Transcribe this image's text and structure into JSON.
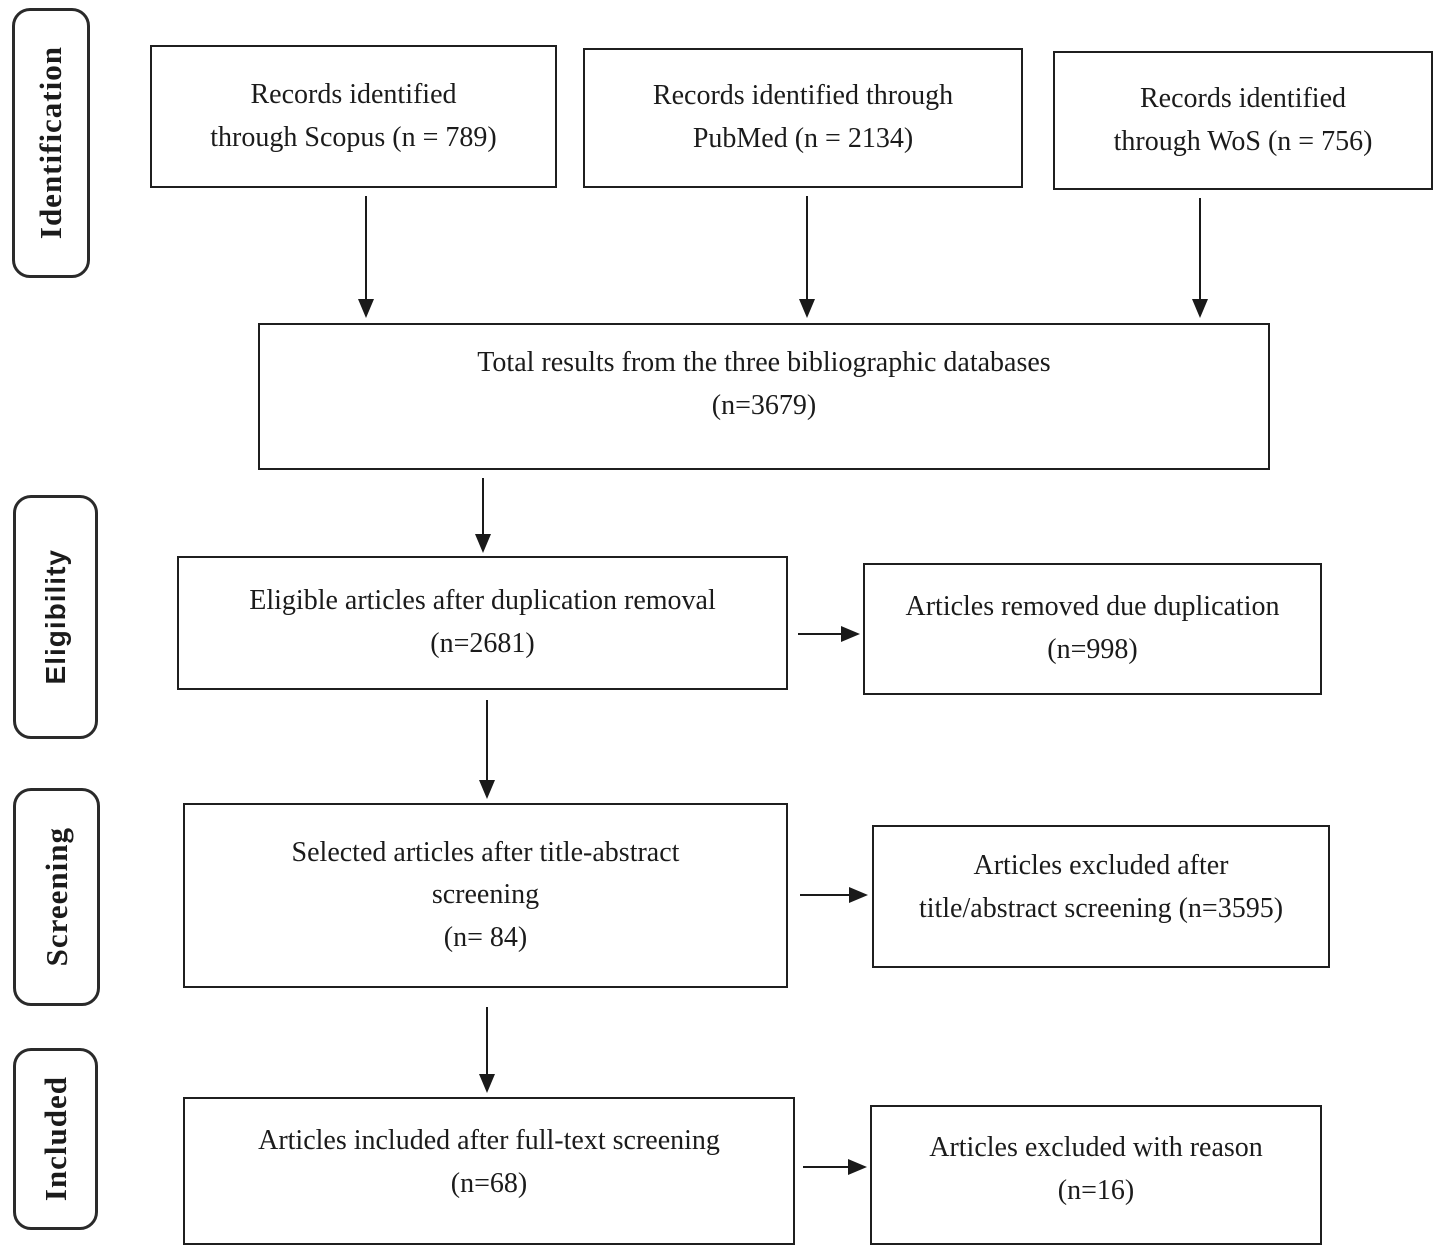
{
  "diagram": {
    "type": "prisma-flow",
    "stages": [
      {
        "label": "Identification"
      },
      {
        "label": "Eligibility"
      },
      {
        "label": "Screening"
      },
      {
        "label": "Included"
      }
    ],
    "boxes": {
      "scopus": {
        "lines": [
          "Records identified",
          "through Scopus (n = 789)"
        ]
      },
      "pubmed": {
        "lines": [
          "Records identified through",
          "PubMed (n = 2134)"
        ]
      },
      "wos": {
        "lines": [
          "Records identified",
          "through WoS (n = 756)"
        ]
      },
      "total": {
        "lines": [
          "Total results from the three bibliographic databases",
          "(n=3679)"
        ]
      },
      "eligible": {
        "lines": [
          "Eligible articles after duplication removal",
          "(n=2681)"
        ]
      },
      "duplicates_removed": {
        "lines": [
          "Articles removed due duplication",
          "(n=998)"
        ]
      },
      "title_abstract_selected": {
        "lines": [
          "Selected articles after title-abstract",
          "screening",
          "(n= 84)"
        ]
      },
      "title_abstract_excluded": {
        "lines": [
          "Articles excluded after",
          "title/abstract screening (n=3595)"
        ]
      },
      "fulltext_included": {
        "lines": [
          "Articles included after full-text screening",
          "(n=68)"
        ]
      },
      "fulltext_excluded": {
        "lines": [
          "Articles excluded with reason",
          "(n=16)"
        ]
      }
    },
    "colors": {
      "line": "#1a1a1a",
      "text": "#1b1b1b",
      "background": "#ffffff"
    }
  }
}
